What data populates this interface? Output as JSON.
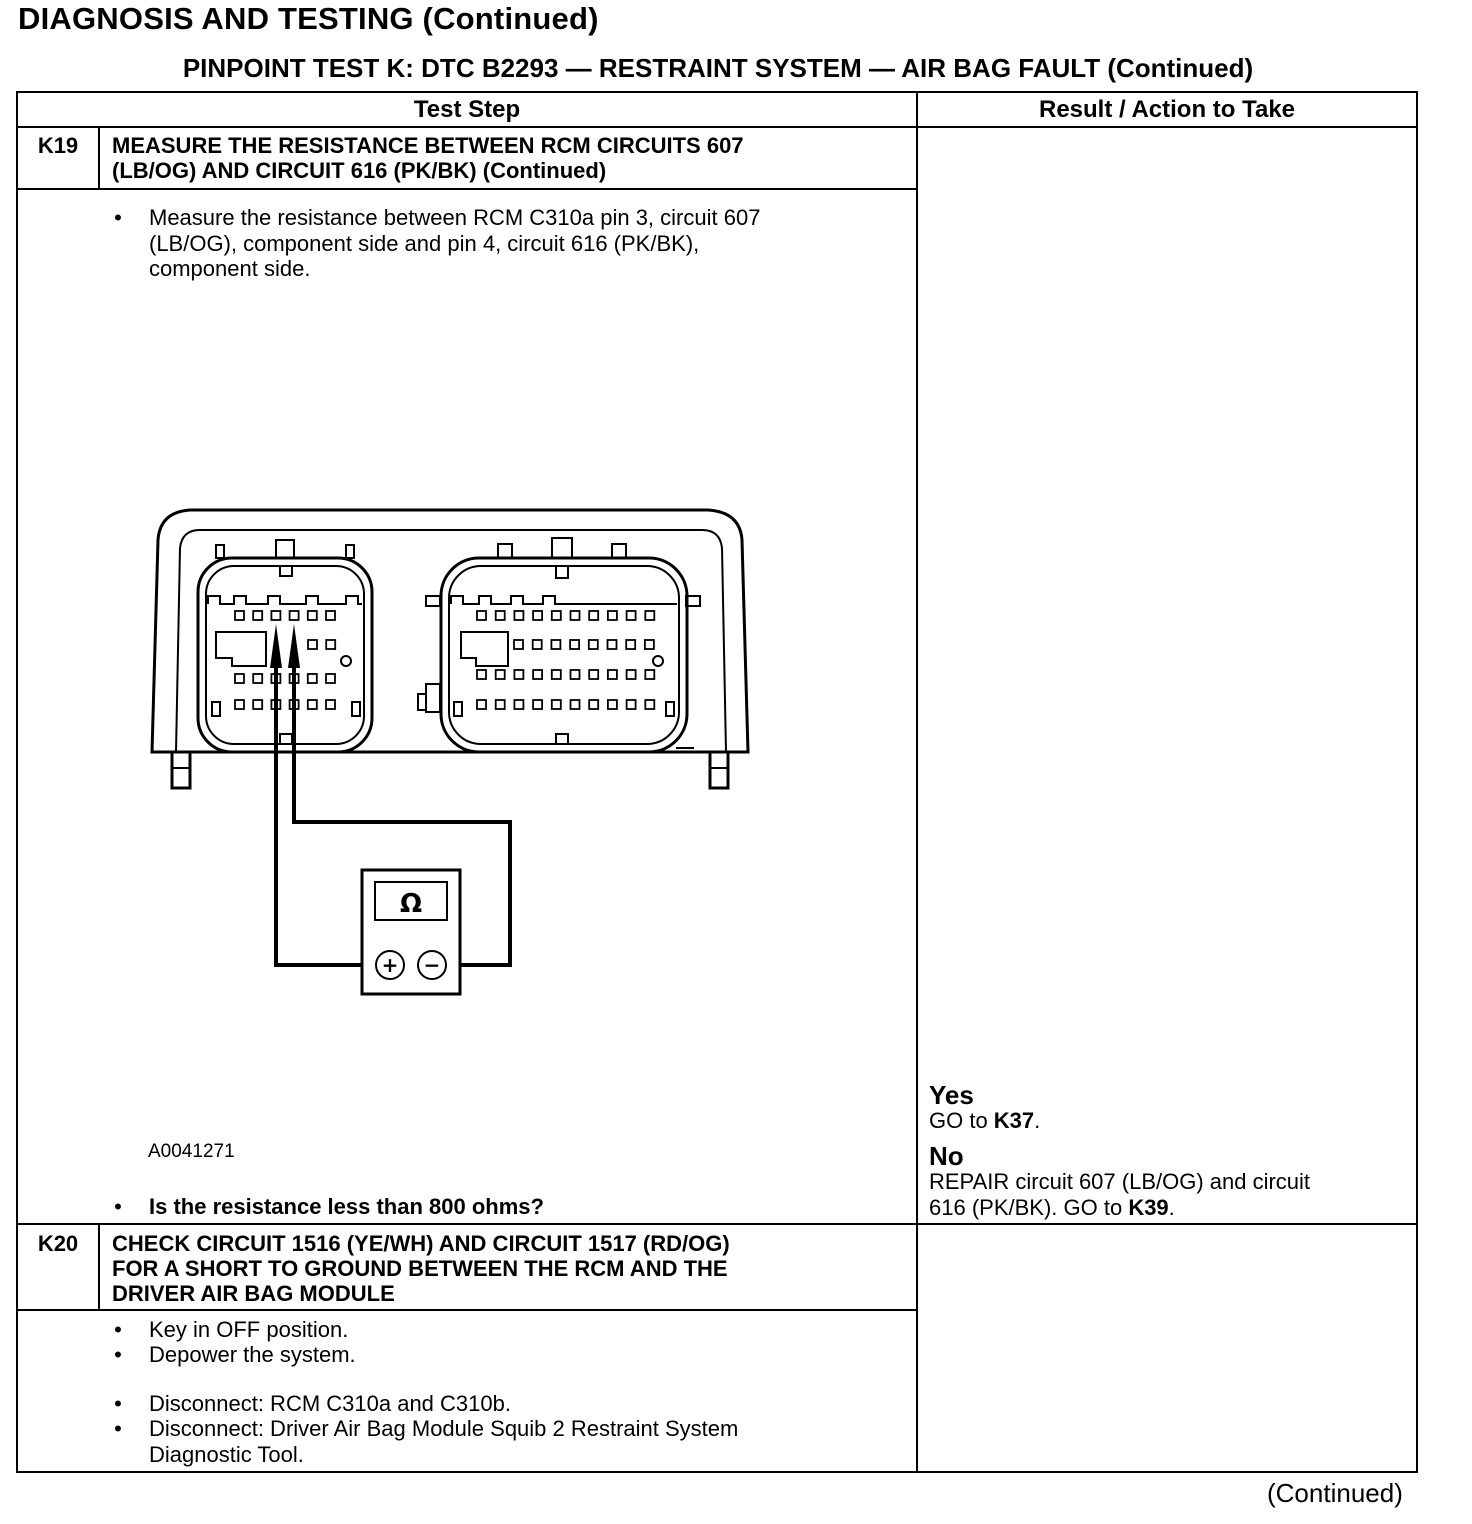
{
  "header": {
    "section_title": "DIAGNOSIS AND TESTING (Continued)",
    "test_title": "PINPOINT TEST  K:  DTC B2293 — RESTRAINT SYSTEM — AIR BAG FAULT (Continued)"
  },
  "table": {
    "col_test_step": "Test Step",
    "col_result": "Result / Action to Take"
  },
  "k19": {
    "id": "K19",
    "heading_line1": "MEASURE THE RESISTANCE BETWEEN RCM CIRCUITS 607",
    "heading_line2": "(LB/OG) AND CIRCUIT 616 (PK/BK) (Continued)",
    "bullet1_line1": "Measure the resistance between RCM C310a pin 3, circuit 607",
    "bullet1_line2": "(LB/OG), component side and pin 4, circuit 616 (PK/BK),",
    "bullet1_line3": "component side.",
    "figure_id": "A0041271",
    "question": "Is the resistance less than 800 ohms?",
    "meter_symbol": "Ω",
    "meter_plus": "+",
    "meter_minus": "−"
  },
  "k19_result": {
    "yes_label": "Yes",
    "yes_text": "GO to ",
    "yes_target": "K37",
    "yes_end": ".",
    "no_label": "No",
    "no_line1": "REPAIR circuit 607 (LB/OG) and circuit",
    "no_line2_text": "616 (PK/BK). GO to ",
    "no_target": "K39",
    "no_end": "."
  },
  "k20": {
    "id": "K20",
    "heading_line1": "CHECK CIRCUIT 1516 (YE/WH) AND CIRCUIT 1517 (RD/OG)",
    "heading_line2": "FOR A SHORT TO GROUND BETWEEN THE RCM AND THE",
    "heading_line3": "DRIVER AIR BAG MODULE",
    "bullets": [
      "Key in OFF position.",
      "Depower the system.",
      "Disconnect: RCM C310a and C310b.",
      "Disconnect: Driver Air Bag Module Squib 2 Restraint System",
      "Diagnostic Tool."
    ],
    "bullet_char": "•"
  },
  "footer": {
    "continued": "(Continued)"
  }
}
